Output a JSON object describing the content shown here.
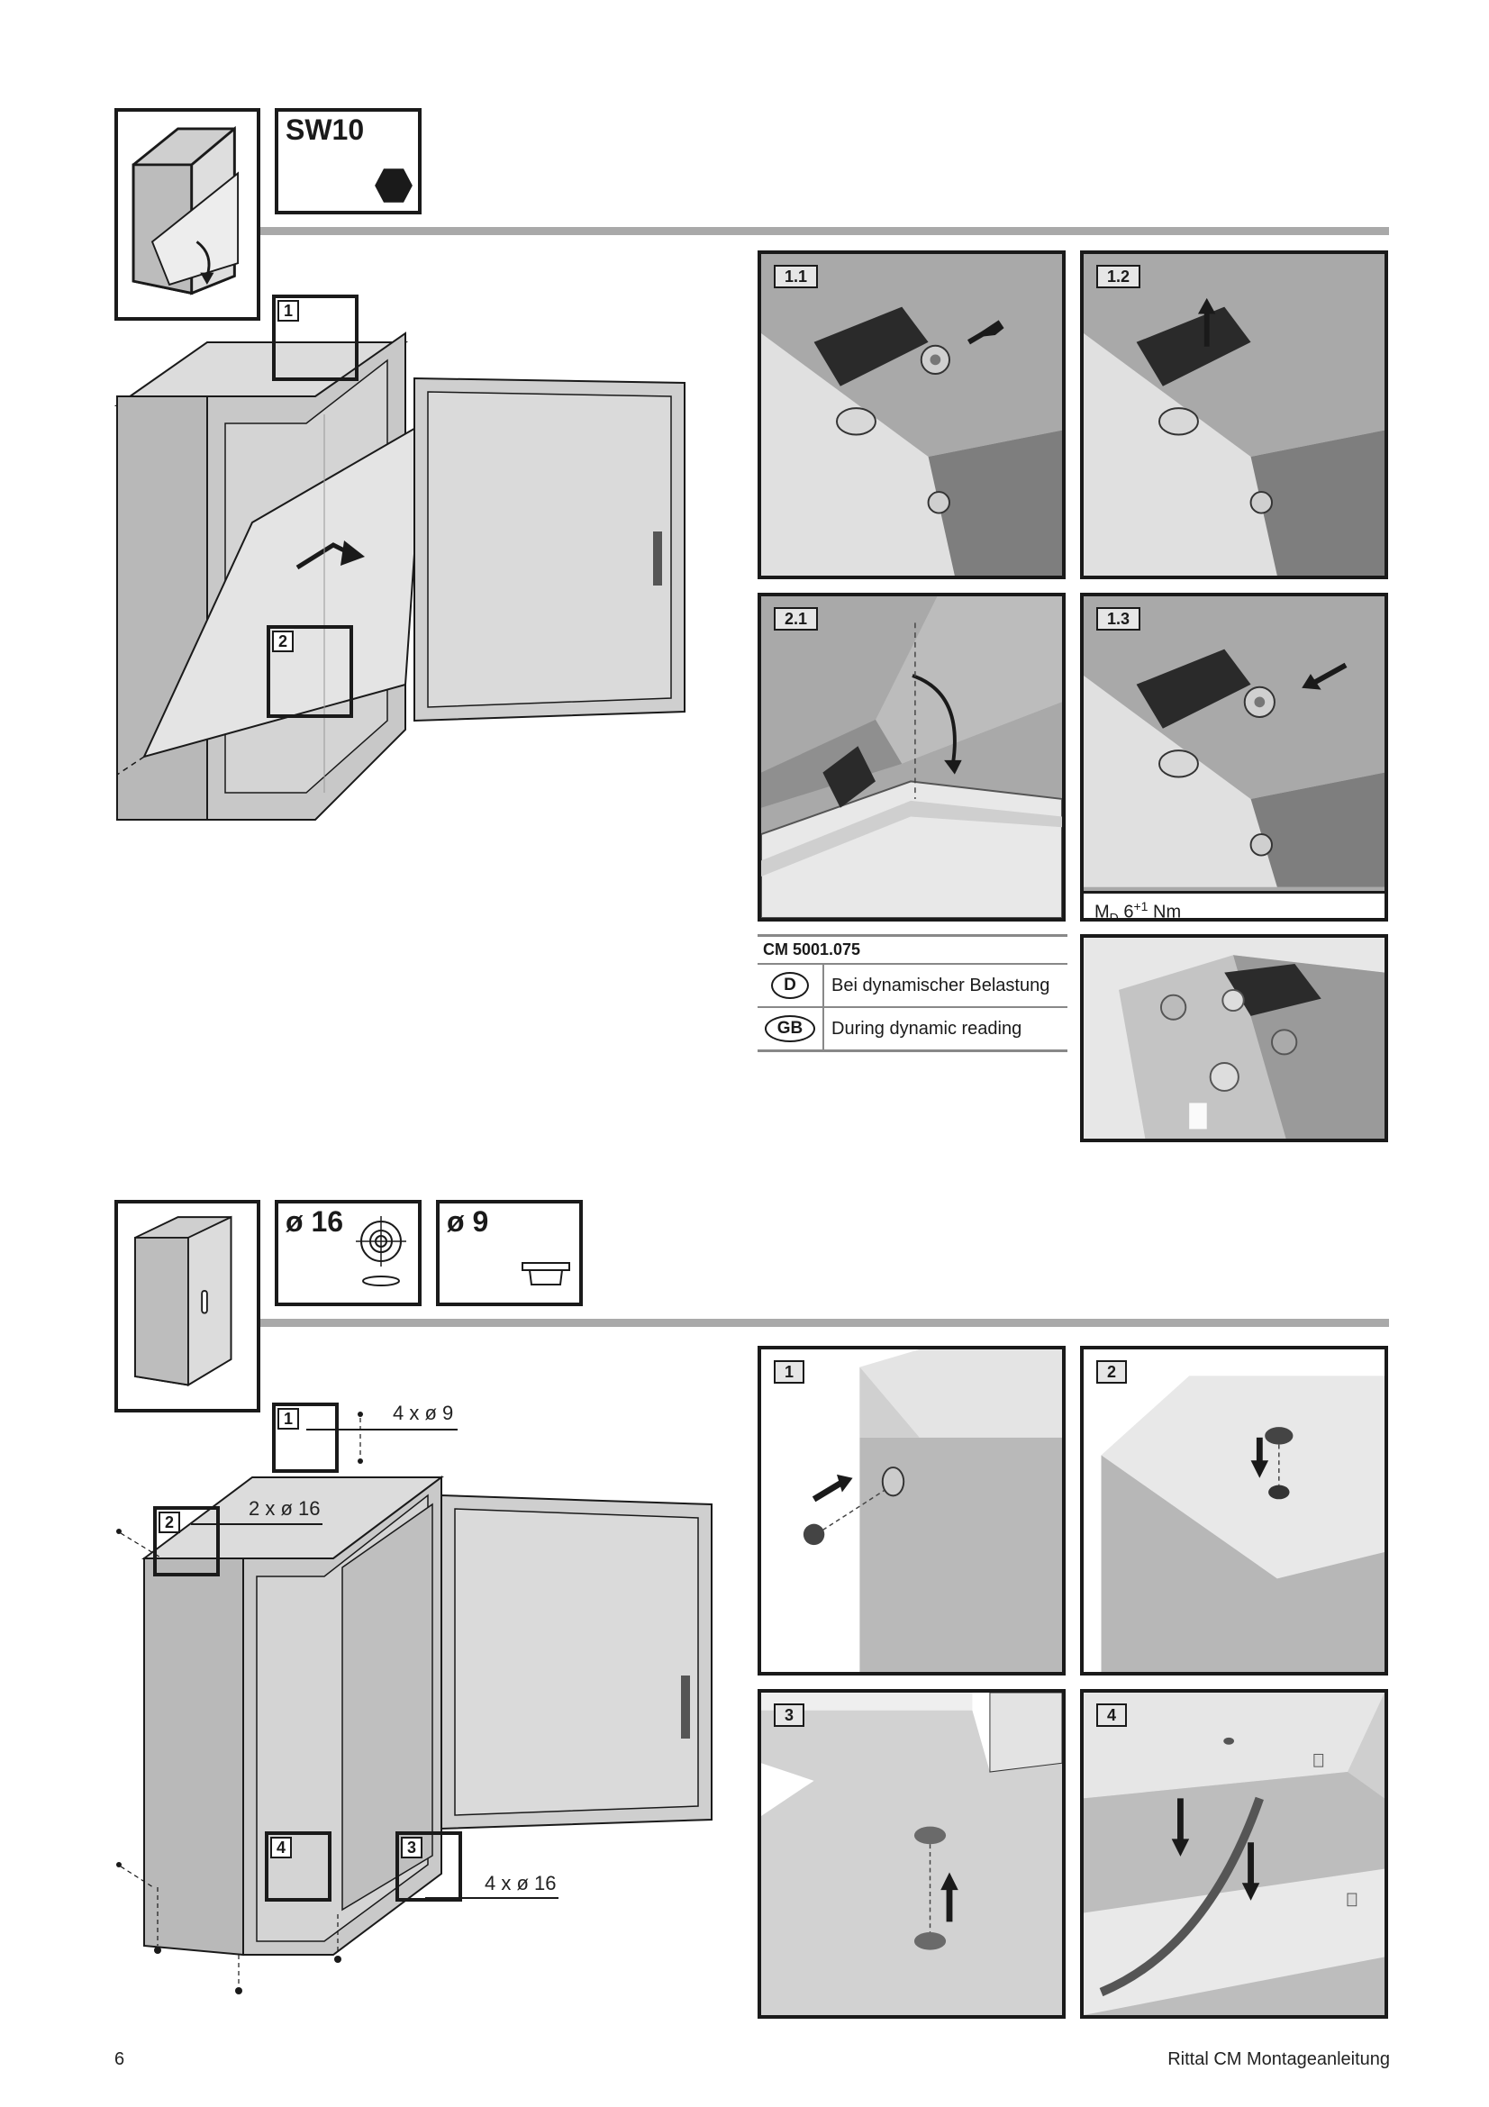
{
  "section1": {
    "tool_box_label": "SW10",
    "tool_box_icon": "hex-bit-icon",
    "callouts": [
      "1",
      "2"
    ],
    "panels": [
      {
        "label": "1.1"
      },
      {
        "label": "1.2"
      },
      {
        "label": "2.1"
      },
      {
        "label": "1.3"
      }
    ],
    "torque_prefix": "M",
    "torque_sub": "D",
    "torque_value": " 6",
    "torque_sup": "+1",
    "torque_unit": " Nm",
    "table": {
      "header": "CM 5001.075",
      "rows": [
        {
          "code": "D",
          "text": "Bei dynamischer Belastung"
        },
        {
          "code": "GB",
          "text": "During dynamic reading"
        }
      ]
    }
  },
  "section2": {
    "tool_boxes": [
      {
        "label": "ø 16",
        "icon": "knockout-target-icon"
      },
      {
        "label": "ø 9",
        "icon": "plug-grommet-icon"
      }
    ],
    "callouts": [
      "1",
      "2",
      "3",
      "4"
    ],
    "annotations": [
      "4 x ø 9",
      "2 x ø 16",
      "4 x ø 16"
    ],
    "panels": [
      {
        "label": "1"
      },
      {
        "label": "2"
      },
      {
        "label": "3"
      },
      {
        "label": "4"
      }
    ]
  },
  "footer": {
    "page_number": "6",
    "manual_title": "Rittal CM Montageanleitung"
  },
  "colors": {
    "line": "#1a1a1a",
    "divider": "#a9a9a9",
    "metal": "#bdbdbd"
  }
}
